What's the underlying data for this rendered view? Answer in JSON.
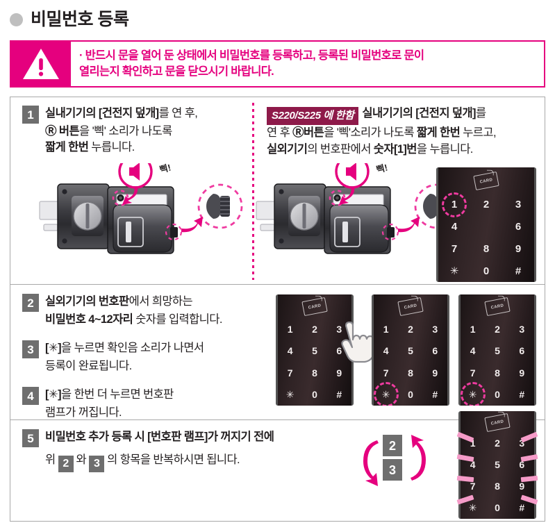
{
  "page": {
    "title": "비밀번호 등록",
    "title_bullet_color": "#bfbfbf"
  },
  "warning": {
    "icon": "warning-triangle-icon",
    "accent_color": "#e5007e",
    "line1": "· 반드시 문을 열어 둔 상태에서 비밀번호를 등록하고, 등록된 비밀번호로 문이",
    "line2": "열리는지 확인하고 문을 닫으시기 바랍니다."
  },
  "panel1": {
    "left": {
      "number": "1",
      "line1_a": "실내기기의 [건전지 덮개]",
      "line1_b": "를 연 후,",
      "line2_a": "Ⓡ 버튼",
      "line2_b": "을 '삑' 소리가 나도록",
      "line3_a": "짧게 한번",
      "line3_b": " 누릅니다."
    },
    "right": {
      "badge": "S220/S225 에 한함",
      "line1_a": "실내기기의 [건전지 덮개]",
      "line1_b": "를",
      "line2_a": "연 후 ",
      "line2_b": "Ⓡ버튼",
      "line2_c": "을 '삑'소리가 나도록 ",
      "line2_d": "짧게 한번",
      "line2_e": " 누르고,",
      "line3_a": "실외기기",
      "line3_b": "의 번호판에서 ",
      "line3_c": "숫자[1]번",
      "line3_d": "을 누릅니다."
    },
    "sound_label": "삑!",
    "keypad": {
      "card_label": "CARD",
      "keys": [
        "1",
        "2",
        "3",
        "4",
        "",
        "6",
        "7",
        "8",
        "9",
        "✳",
        "0",
        "#"
      ],
      "highlight_key": "1"
    }
  },
  "panel2": {
    "step2": {
      "number": "2",
      "line1_a": "실외기기의 번호판",
      "line1_b": "에서 희망하는",
      "line2_a": "비밀번호 4~12자리",
      "line2_b": " 숫자를 입력합니다."
    },
    "step3": {
      "number": "3",
      "line1_a": "[✳]",
      "line1_b": "을 누르면 확인음 소리가 나면서",
      "line2": "등록이 완료됩니다."
    },
    "step4": {
      "number": "4",
      "line1_a": "[✳]",
      "line1_b": "을 한번 더 누르면 번호판",
      "line2": "램프가 꺼집니다."
    },
    "keypads": [
      {
        "name": "keypad-enter-password",
        "card_label": "CARD",
        "keys": [
          "1",
          "2",
          "3",
          "4",
          "5",
          "6",
          "7",
          "8",
          "9",
          "✳",
          "0",
          "#"
        ],
        "highlight_key": "",
        "hand": true
      },
      {
        "name": "keypad-press-star-confirm",
        "card_label": "CARD",
        "keys": [
          "1",
          "2",
          "3",
          "4",
          "5",
          "6",
          "7",
          "8",
          "9",
          "✳",
          "0",
          "#"
        ],
        "highlight_key": "✳",
        "hand": false
      },
      {
        "name": "keypad-press-star-lamp-off",
        "card_label": "CARD",
        "keys": [
          "1",
          "2",
          "3",
          "4",
          "5",
          "6",
          "7",
          "8",
          "9",
          "✳",
          "0",
          "#"
        ],
        "highlight_key": "✳",
        "hand": false
      }
    ]
  },
  "panel3": {
    "step5": {
      "number": "5",
      "line1": "비밀번호 추가 등록 시 [번호판 램프]가 꺼지기 전에",
      "line2_a": "위 ",
      "line2_chip1": "2",
      "line2_b": " 와 ",
      "line2_chip2": "3",
      "line2_c": " 의 항목을 반복하시면 됩니다."
    },
    "loop_chips": [
      "2",
      "3"
    ],
    "keypad": {
      "card_label": "CARD",
      "keys": [
        "1",
        "2",
        "3",
        "4",
        "5",
        "6",
        "7",
        "8",
        "9",
        "✳",
        "0",
        "#"
      ],
      "lamp_on": true
    }
  }
}
